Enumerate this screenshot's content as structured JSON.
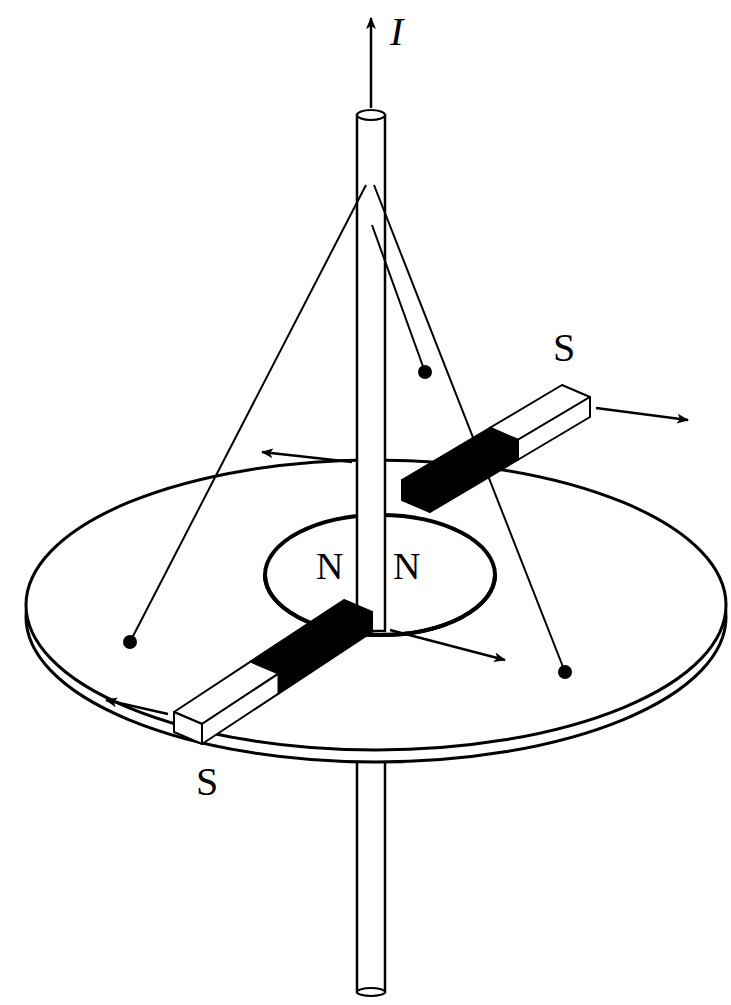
{
  "diagram": {
    "labels": [
      "I",
      "S",
      "N",
      "N",
      "S"
    ]
  }
}
